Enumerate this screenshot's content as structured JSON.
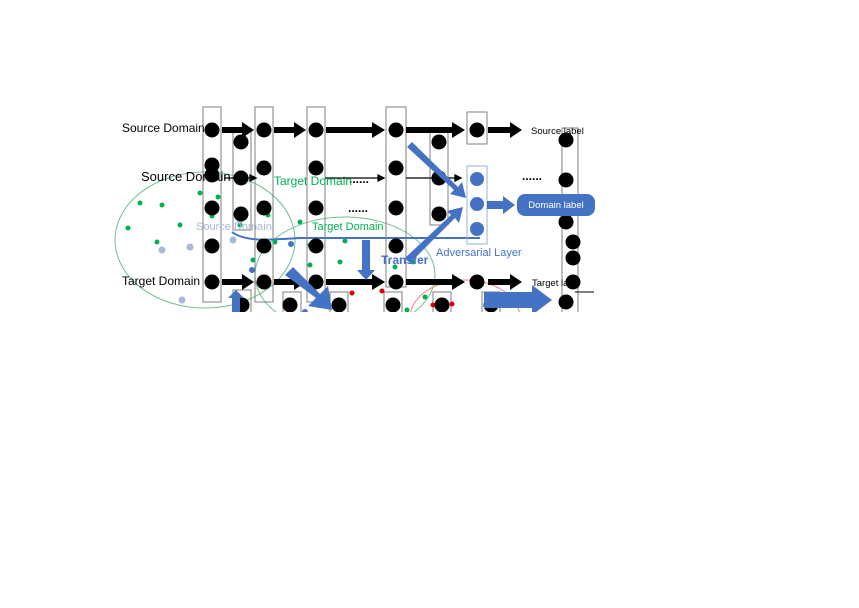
{
  "labels": {
    "source_domain_row": "Source Domain",
    "target_domain_row": "Target Domain",
    "source_label": "Source label",
    "target_label": "Target la",
    "ellipsis_top": "......",
    "ellipsis_mid": "......",
    "ellipsis_lower": "......",
    "domain_label": "Domain label",
    "adversarial_layer": "Adversarial Layer",
    "transfer": "Transfer",
    "source_domain_big": "Source Domain",
    "target_domain_overlay": "Target Domain",
    "source_domain_faint": "Source Domain",
    "target_domain_green": "Target Domain"
  },
  "colors": {
    "black": "#000000",
    "blue": "#4472c4",
    "green": "#00b050",
    "light_blue": "#a9b8d9",
    "red": "#e00000",
    "box_border": "#7f7f7f"
  }
}
